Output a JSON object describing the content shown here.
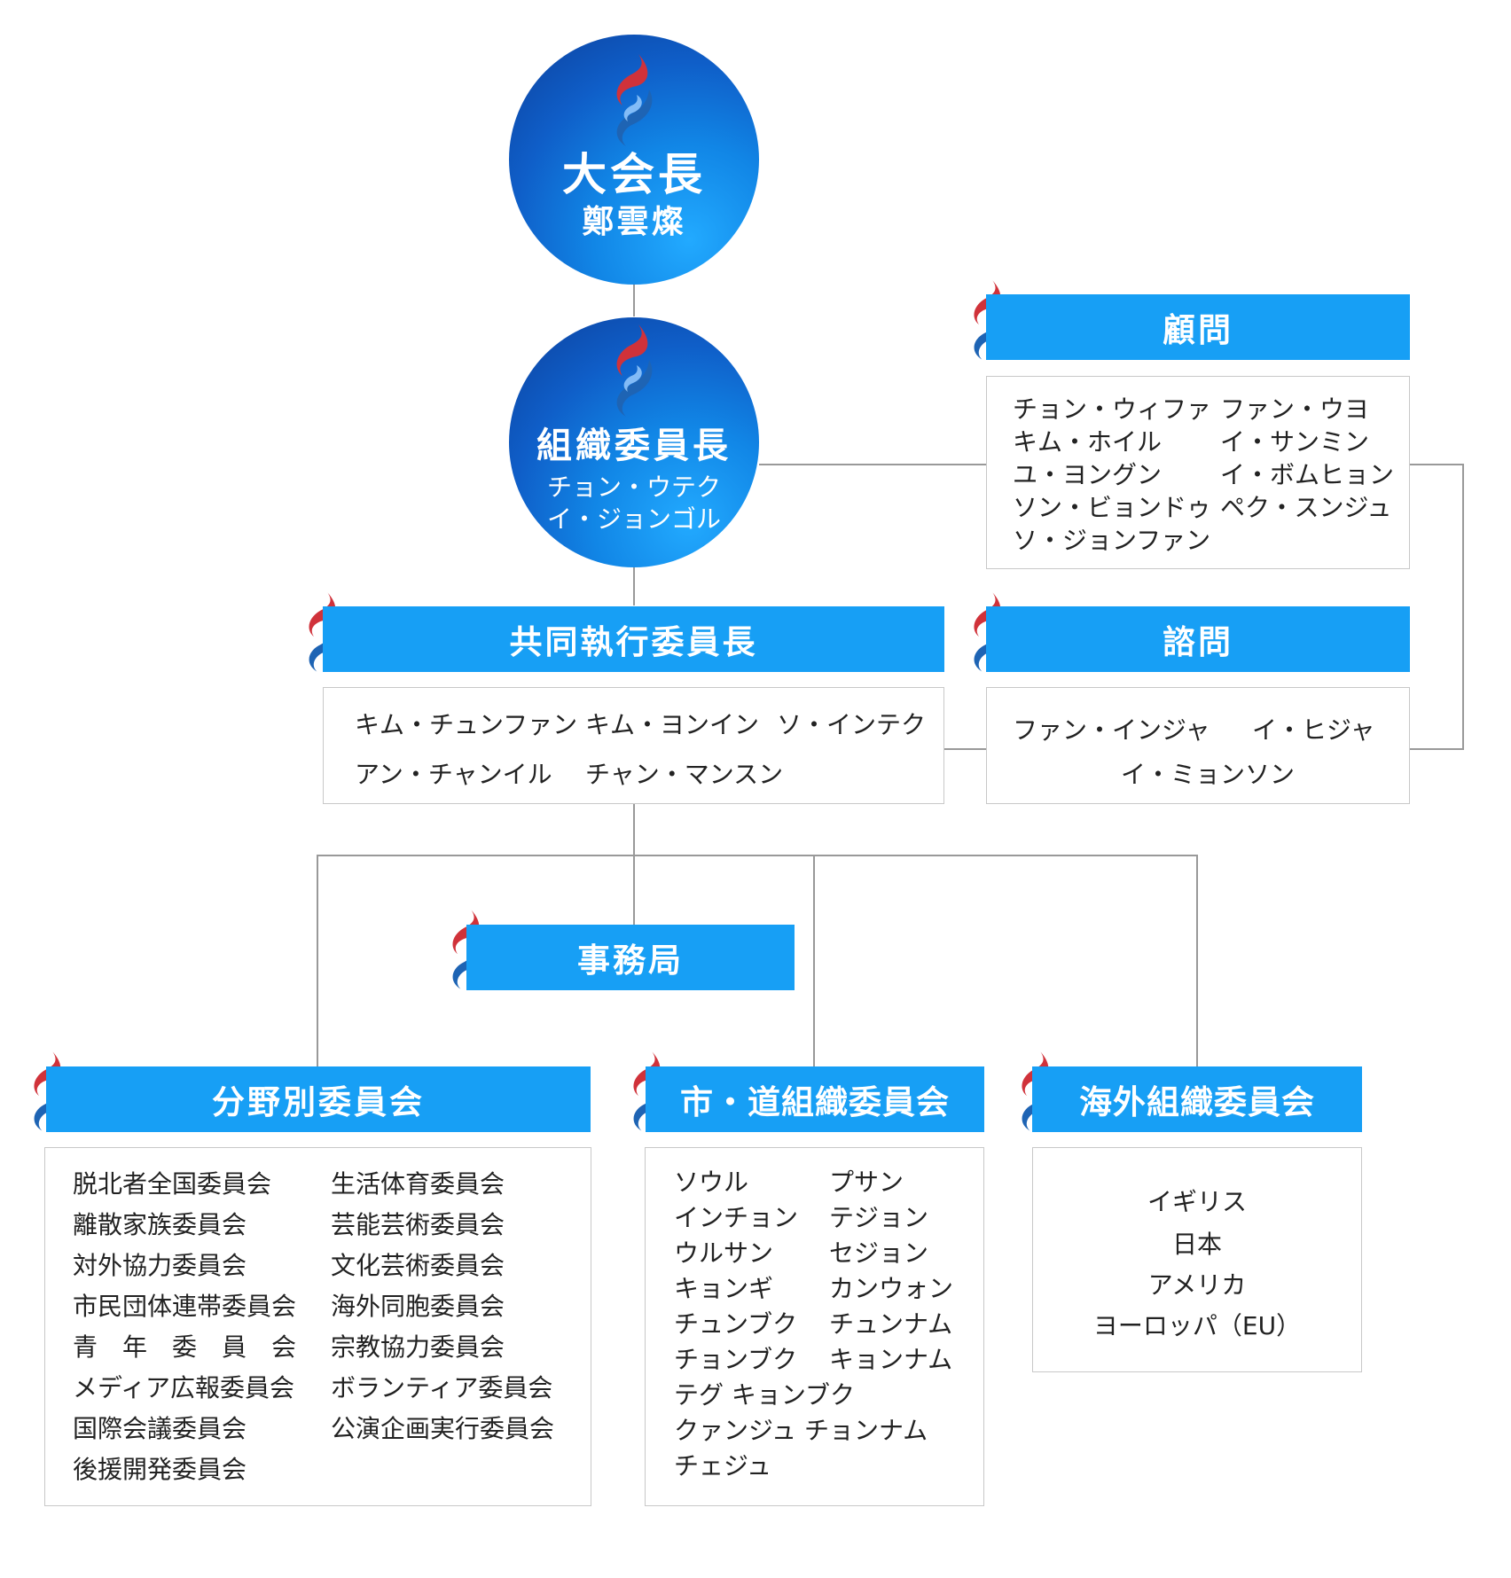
{
  "president": {
    "title": "大会長",
    "name": "鄭雲燦"
  },
  "org_chair": {
    "title": "組織委員長",
    "names": [
      "チョン・ウテク",
      "イ・ジョンゴル"
    ]
  },
  "advisors": {
    "title": "顧問",
    "col1": [
      "チョン・ウィファ",
      "キム・ホイル",
      "ユ・ヨングン",
      "ソン・ビョンドゥ",
      "ソ・ジョンファン"
    ],
    "col2": [
      "ファン・ウヨ",
      "イ・サンミン",
      "イ・ボムヒョン",
      "ペク・スンジュ"
    ]
  },
  "consultants": {
    "title": "諮問",
    "names": [
      "ファン・インジャ",
      "イ・ヒジャ",
      "イ・ミョンソン"
    ]
  },
  "co_exec": {
    "title": "共同執行委員長",
    "names": [
      "キム・チュンファン",
      "キム・ヨンイン",
      "ソ・インテク",
      "アン・チャンイル",
      "チャン・マンスン"
    ]
  },
  "secretariat": {
    "title": "事務局"
  },
  "field": {
    "title": "分野別委員会",
    "col1": [
      "脱北者全国委員会",
      "離散家族委員会",
      "対外協力委員会",
      "市民団体連帯委員会",
      "青　年　委　員　会",
      "メディア広報委員会",
      "国際会議委員会",
      "後援開発委員会"
    ],
    "col2": [
      "生活体育委員会",
      "芸能芸術委員会",
      "文化芸術委員会",
      "海外同胞委員会",
      "宗教協力委員会",
      "ボランティア委員会",
      "公演企画実行委員会"
    ]
  },
  "regional": {
    "title": "市・道組織委員会",
    "rows": [
      [
        "ソウル",
        "プサン"
      ],
      [
        "インチョン",
        "テジョン"
      ],
      [
        "ウルサン",
        "セジョン"
      ],
      [
        "キョンギ",
        "カンウォン"
      ],
      [
        "チュンブク",
        "チュンナム"
      ],
      [
        "チョンブク",
        "キョンナム"
      ],
      [
        "テグ キョンブク",
        ""
      ],
      [
        "クァンジュ チョンナム",
        ""
      ],
      [
        "チェジュ",
        ""
      ]
    ]
  },
  "overseas": {
    "title": "海外組織委員会",
    "names": [
      "イギリス",
      "日本",
      "アメリカ",
      "ヨーロッパ（EU）"
    ]
  },
  "colors": {
    "banner": "#179ff5",
    "circle_dark": "#0c3f9a",
    "circle_light": "#22aaff",
    "line": "#999999",
    "logo_red": "#d0323a",
    "logo_blue": "#1e64b4"
  }
}
